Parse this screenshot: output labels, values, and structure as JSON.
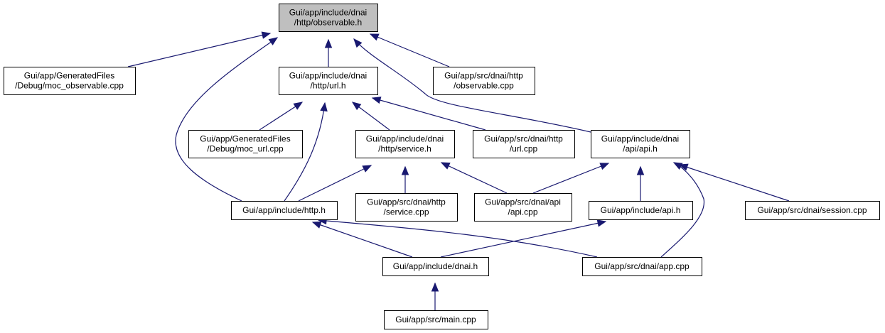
{
  "diagram": {
    "nodes": [
      {
        "id": "observable_h",
        "lines": [
          "Gui/app/include/dnai",
          "/http/observable.h"
        ],
        "highlight": true
      },
      {
        "id": "moc_observable",
        "lines": [
          "Gui/app/GeneratedFiles",
          "/Debug/moc_observable.cpp"
        ]
      },
      {
        "id": "url_h",
        "lines": [
          "Gui/app/include/dnai",
          "/http/url.h"
        ]
      },
      {
        "id": "observable_cpp",
        "lines": [
          "Gui/app/src/dnai/http",
          "/observable.cpp"
        ]
      },
      {
        "id": "moc_url",
        "lines": [
          "Gui/app/GeneratedFiles",
          "/Debug/moc_url.cpp"
        ]
      },
      {
        "id": "service_h",
        "lines": [
          "Gui/app/include/dnai",
          "/http/service.h"
        ]
      },
      {
        "id": "url_cpp",
        "lines": [
          "Gui/app/src/dnai/http",
          "/url.cpp"
        ]
      },
      {
        "id": "api_api_h",
        "lines": [
          "Gui/app/include/dnai",
          "/api/api.h"
        ]
      },
      {
        "id": "http_h",
        "lines": [
          "Gui/app/include/http.h"
        ]
      },
      {
        "id": "service_cpp",
        "lines": [
          "Gui/app/src/dnai/http",
          "/service.cpp"
        ]
      },
      {
        "id": "api_cpp",
        "lines": [
          "Gui/app/src/dnai/api",
          "/api.cpp"
        ]
      },
      {
        "id": "include_api_h",
        "lines": [
          "Gui/app/include/api.h"
        ]
      },
      {
        "id": "session_cpp",
        "lines": [
          "Gui/app/src/dnai/session.cpp"
        ]
      },
      {
        "id": "dnai_h",
        "lines": [
          "Gui/app/include/dnai.h"
        ]
      },
      {
        "id": "app_cpp",
        "lines": [
          "Gui/app/src/dnai/app.cpp"
        ]
      },
      {
        "id": "main_cpp",
        "lines": [
          "Gui/app/src/main.cpp"
        ]
      }
    ],
    "edges": [
      {
        "from": "moc_observable",
        "to": "observable_h"
      },
      {
        "from": "url_h",
        "to": "observable_h"
      },
      {
        "from": "observable_cpp",
        "to": "observable_h"
      },
      {
        "from": "api_api_h",
        "to": "observable_h"
      },
      {
        "from": "http_h",
        "to": "observable_h"
      },
      {
        "from": "moc_url",
        "to": "url_h"
      },
      {
        "from": "service_h",
        "to": "url_h"
      },
      {
        "from": "url_cpp",
        "to": "url_h"
      },
      {
        "from": "http_h",
        "to": "url_h"
      },
      {
        "from": "http_h",
        "to": "service_h"
      },
      {
        "from": "service_cpp",
        "to": "service_h"
      },
      {
        "from": "api_cpp",
        "to": "service_h"
      },
      {
        "from": "api_cpp",
        "to": "api_api_h"
      },
      {
        "from": "include_api_h",
        "to": "api_api_h"
      },
      {
        "from": "session_cpp",
        "to": "api_api_h"
      },
      {
        "from": "app_cpp",
        "to": "api_api_h"
      },
      {
        "from": "dnai_h",
        "to": "http_h"
      },
      {
        "from": "app_cpp",
        "to": "http_h"
      },
      {
        "from": "dnai_h",
        "to": "include_api_h"
      },
      {
        "from": "main_cpp",
        "to": "dnai_h"
      }
    ]
  }
}
